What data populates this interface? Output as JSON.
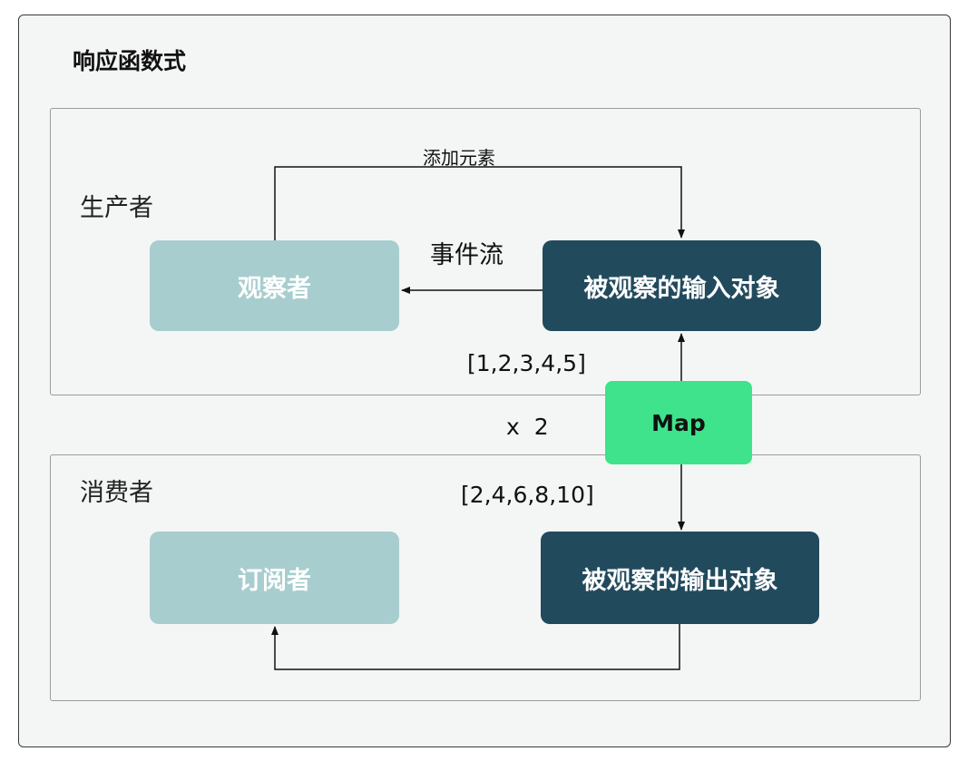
{
  "title": "响应函数式",
  "producer": {
    "label": "生产者",
    "observer": "观察者",
    "observable_input": "被观察的输入对象",
    "add_element": "添加元素",
    "event_stream": "事件流",
    "input_values": "[1,2,3,4,5]"
  },
  "transform": {
    "map": "Map",
    "multiplier": "x  2"
  },
  "consumer": {
    "label": "消费者",
    "subscriber": "订阅者",
    "observable_output": "被观察的输出对象",
    "output_values": "[2,4,6,8,10]"
  },
  "colors": {
    "light_box": "#a8cdcf",
    "dark_box": "#224a5d",
    "map_box": "#3ee38c"
  }
}
